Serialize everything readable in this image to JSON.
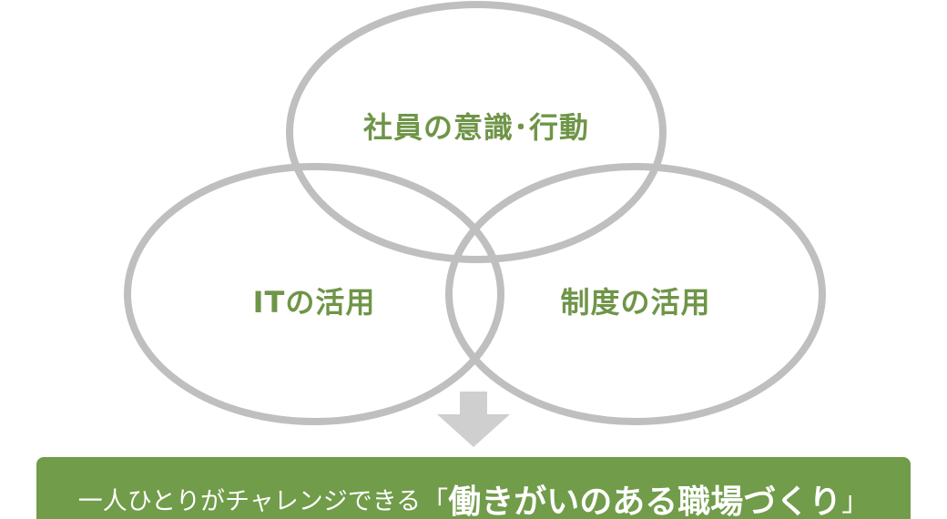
{
  "diagram": {
    "circles": [
      {
        "label": "社員の意識･行動"
      },
      {
        "label": "ITの活用"
      },
      {
        "label": "制度の活用"
      }
    ],
    "circle_color": "#bfbfbf",
    "label_color": "#6f9548",
    "arrow": {
      "icon": "down-arrow-icon",
      "color": "#cfcfcf"
    },
    "banner": {
      "lead": "一人ひとりがチャレンジできる",
      "open_bracket": "「",
      "emphasis": "働きがいのある職場づくり",
      "close_bracket": "」",
      "background": "#719c4a"
    }
  }
}
